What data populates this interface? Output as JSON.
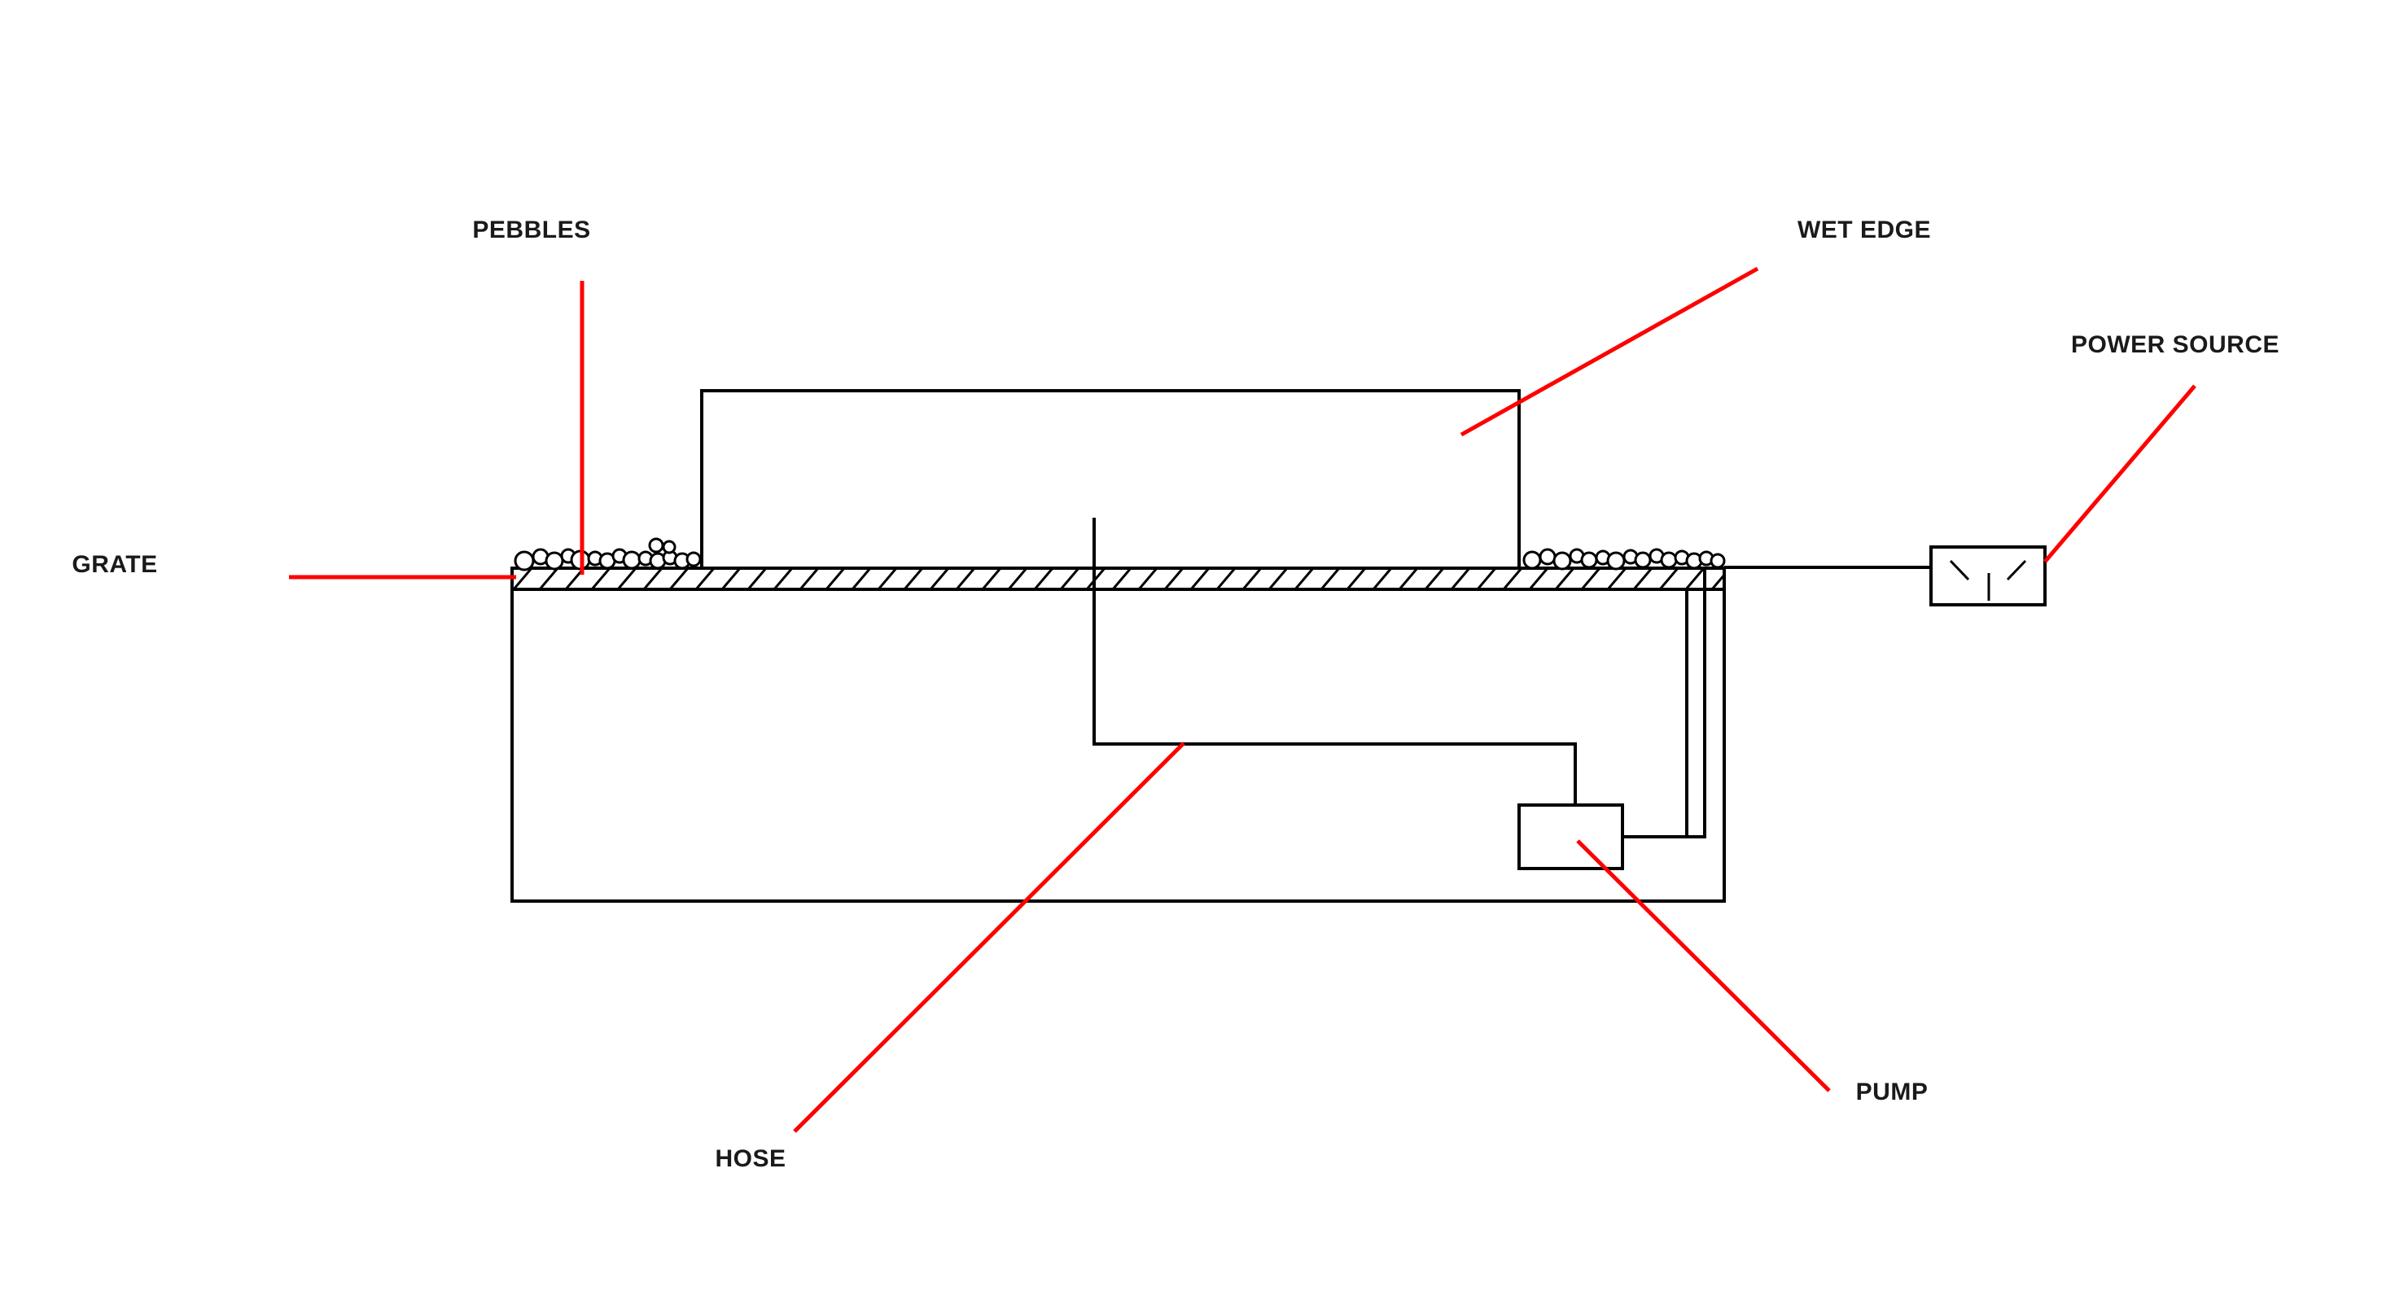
{
  "diagram": {
    "type": "water-feature-construction-schematic",
    "labels": {
      "pebbles": "PEBBLES",
      "wet_edge": "WET EDGE",
      "power_source": "POWER SOURCE",
      "grate": "GRATE",
      "hose": "HOSE",
      "pump": "PUMP"
    },
    "colors": {
      "line": "#000000",
      "leader_line": "#ff0000",
      "background": "#ffffff",
      "label_text": "#1a1a1a"
    }
  }
}
